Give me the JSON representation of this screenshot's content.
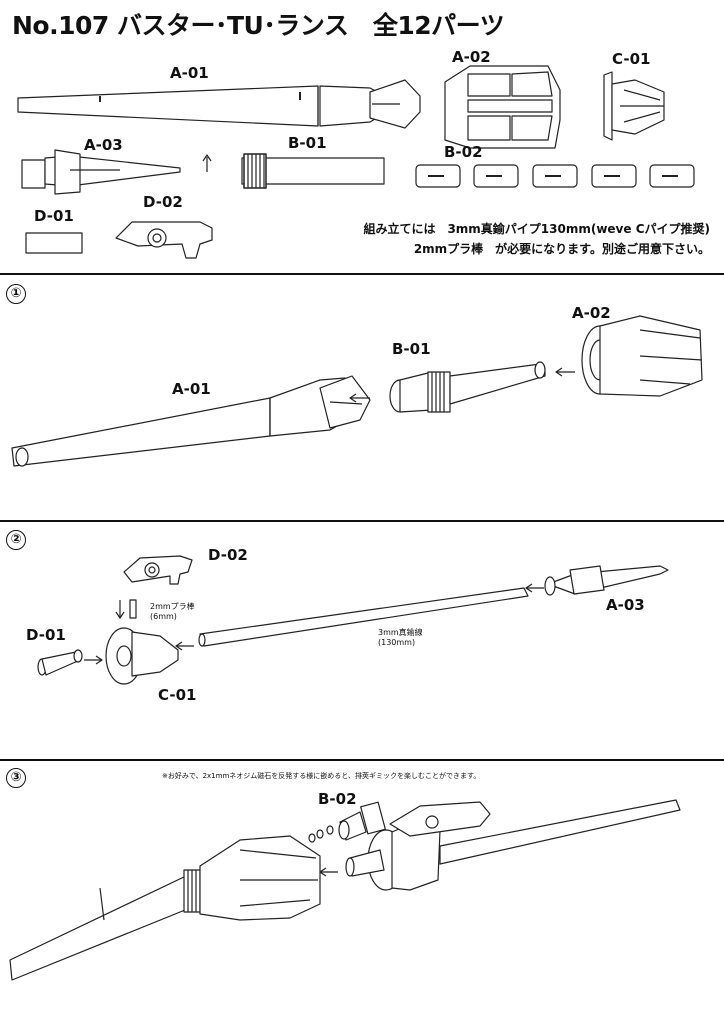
{
  "title": "No.107 バスター･TU･ランス　全12パーツ",
  "parts": {
    "a01": "A-01",
    "a02": "A-02",
    "a03": "A-03",
    "b01": "B-01",
    "b02": "B-02",
    "c01": "C-01",
    "d01": "D-01",
    "d02": "D-02"
  },
  "note": {
    "line1": "組み立てには　3mm真鍮パイプ130mm(weve Cパイプ推奨)",
    "line2": "2mmプラ棒　が必要になります。別途ご用意下さい。"
  },
  "steps": {
    "s1": "①",
    "s2": "②",
    "s3": "③"
  },
  "step2": {
    "rod_label_1": "2mmプラ棒",
    "rod_label_2": "(6mm)",
    "pipe_label_1": "3mm真鍮線",
    "pipe_label_2": "(130mm)"
  },
  "step3": {
    "note": "※お好みで、2x1mmネオジム磁石を反発する様に嵌めると、排莢ギミックを楽しむことができます。"
  }
}
